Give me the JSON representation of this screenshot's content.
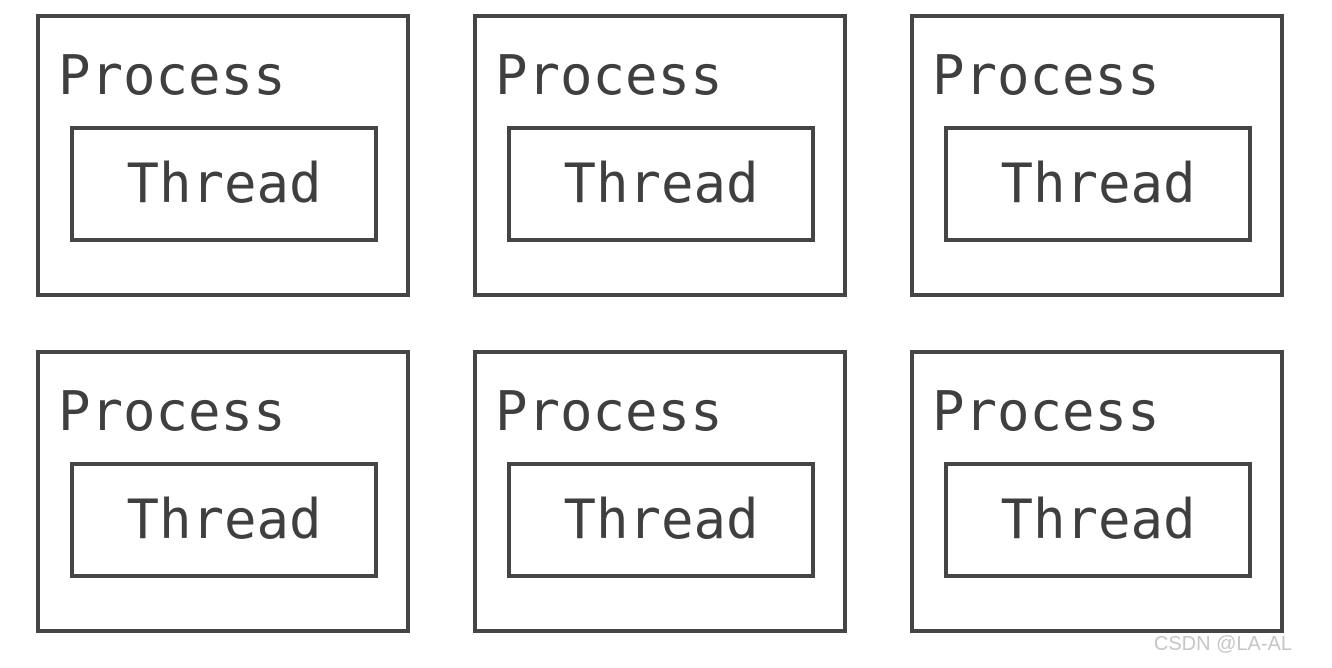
{
  "diagram": {
    "boxes": [
      {
        "process_label": "Process",
        "thread_label": "Thread"
      },
      {
        "process_label": "Process",
        "thread_label": "Thread"
      },
      {
        "process_label": "Process",
        "thread_label": "Thread"
      },
      {
        "process_label": "Process",
        "thread_label": "Thread"
      },
      {
        "process_label": "Process",
        "thread_label": "Thread"
      },
      {
        "process_label": "Process",
        "thread_label": "Thread"
      }
    ]
  },
  "colors": {
    "stroke": "#454545",
    "text": "#3f3f3f",
    "background": "#ffffff",
    "watermark": "#c6c6c6"
  },
  "watermark": "CSDN @LA-AL"
}
